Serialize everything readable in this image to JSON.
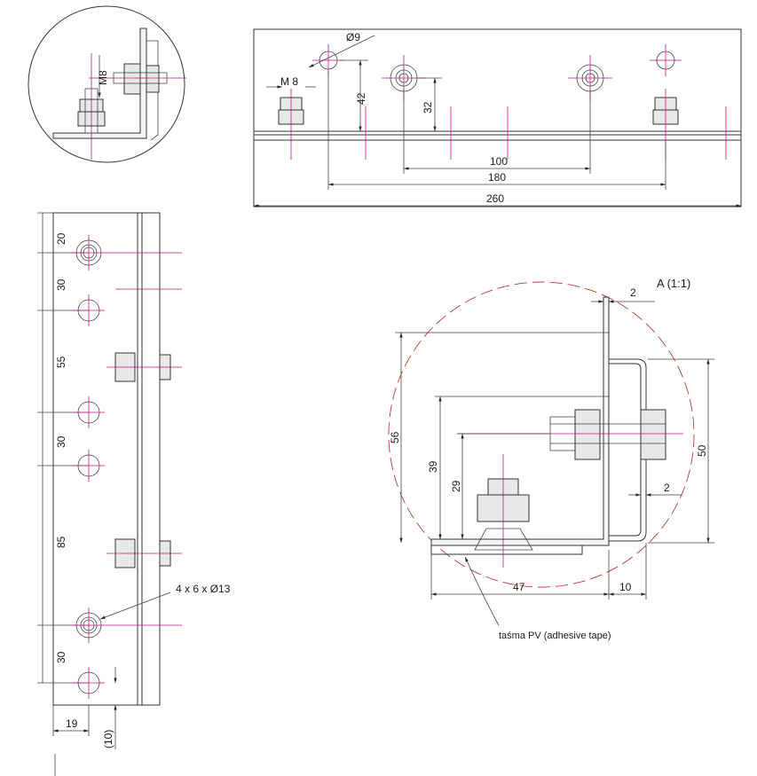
{
  "detail_view": {
    "label_m8": "M8"
  },
  "top_view": {
    "hole_label": "Ø9",
    "bolt_label": "M 8",
    "dim_42": "42",
    "dim_32": "32",
    "dim_100": "100",
    "dim_180": "180",
    "dim_260": "260"
  },
  "side_view": {
    "dims": [
      "20",
      "30",
      "55",
      "30",
      "85",
      "30"
    ],
    "hole_callout": "4 x 6 x Ø13",
    "dim_19": "19",
    "dim_10": "(10)"
  },
  "section_view": {
    "title": "A (1:1)",
    "dim_2_top": "2",
    "dim_56": "56",
    "dim_39": "39",
    "dim_29": "29",
    "dim_50": "50",
    "dim_2_side": "2",
    "dim_47": "47",
    "dim_10": "10",
    "tape_label": "taśma PV (adhesive tape)"
  }
}
